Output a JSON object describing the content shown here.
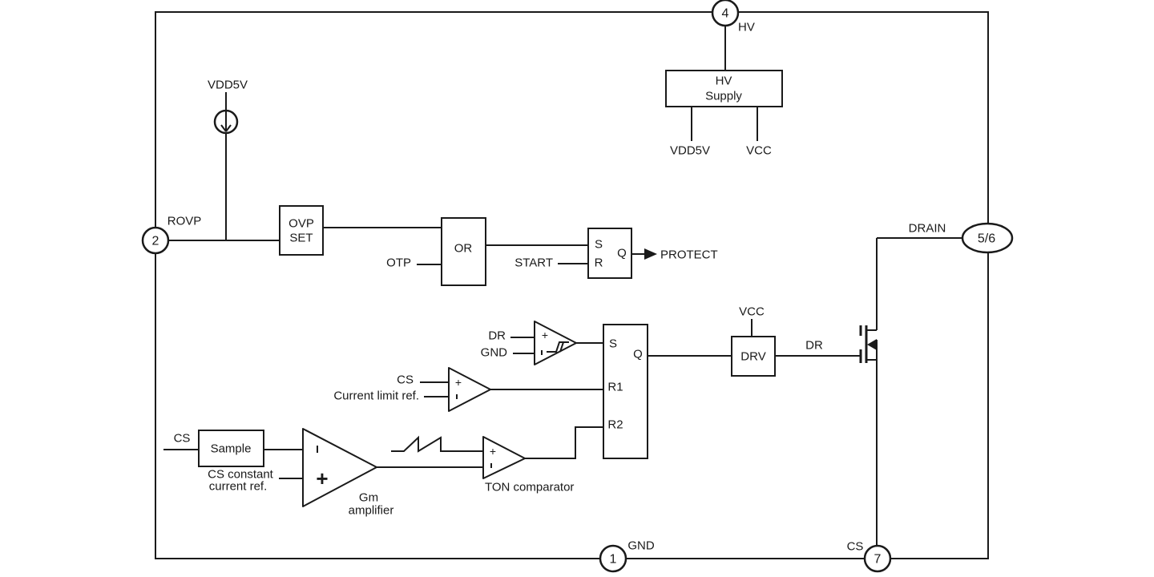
{
  "colors": {
    "line": "#1a1a1a",
    "background": "#ffffff"
  },
  "pins": {
    "hv": {
      "number": "4",
      "label": "HV"
    },
    "rovp": {
      "number": "2",
      "label": "ROVP"
    },
    "drain": {
      "number": "5/6",
      "label": "DRAIN"
    },
    "gnd": {
      "number": "1",
      "label": "GND"
    },
    "cs": {
      "number": "7",
      "label": "CS"
    }
  },
  "blocks": {
    "hv_supply": {
      "line1": "HV",
      "line2": "Supply",
      "out_vdd5v": "VDD5V",
      "out_vcc": "VCC"
    },
    "ovp_set": {
      "line1": "OVP",
      "line2": "SET"
    },
    "or_gate": {
      "label": "OR"
    },
    "protect_latch": {
      "s": "S",
      "r": "R",
      "q": "Q"
    },
    "pwm_latch": {
      "s": "S",
      "r1": "R1",
      "r2": "R2",
      "q": "Q"
    },
    "drv": {
      "label": "DRV",
      "supply": "VCC",
      "output": "DR"
    },
    "sample": {
      "label": "Sample",
      "input": "CS"
    }
  },
  "signals": {
    "vdd5v_rail": "VDD5V",
    "otp": "OTP",
    "start": "START",
    "protect": "PROTECT",
    "dr": "DR",
    "gnd": "GND",
    "cs": "CS",
    "current_limit_ref": "Current limit ref.",
    "cs_constant_line1": "CS constant",
    "cs_constant_line2": "current ref."
  },
  "labels": {
    "gm_line1": "Gm",
    "gm_line2": "amplifier",
    "ton_comparator": "TON comparator"
  },
  "symbols": {
    "plus": "+"
  }
}
